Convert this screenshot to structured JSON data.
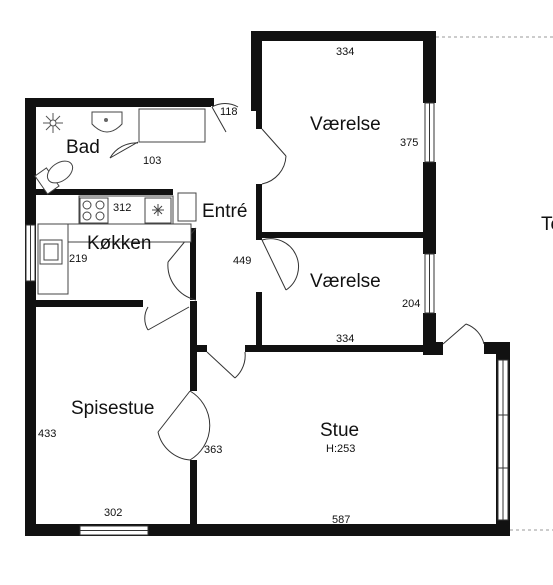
{
  "rooms": {
    "bad": "Bad",
    "kokken": "Køkken",
    "entre": "Entré",
    "vaerelse_top": "Værelse",
    "vaerelse_mid": "Værelse",
    "spisestue": "Spisestue",
    "stue": "Stue",
    "stue_height": "H:253"
  },
  "dimensions": {
    "d334_top": "334",
    "d118": "118",
    "d103": "103",
    "d375": "375",
    "d312": "312",
    "d219": "219",
    "d449": "449",
    "d204": "204",
    "d334_mid": "334",
    "d433": "433",
    "d363": "363",
    "d302": "302",
    "d587": "587"
  },
  "edge_text": "Te"
}
